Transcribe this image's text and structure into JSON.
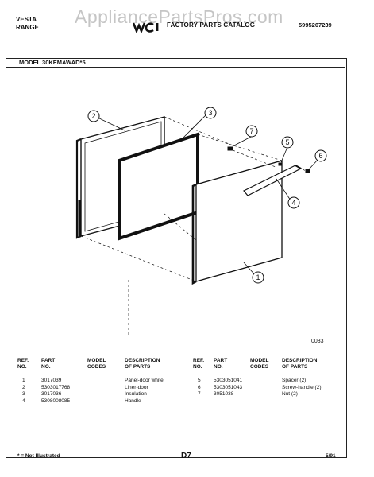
{
  "watermark": "AppliancePartsPros.com",
  "header": {
    "brand_line1": "VESTA",
    "brand_line2": "RANGE",
    "catalog_title": "FACTORY PARTS CATALOG",
    "catalog_number": "5995207239"
  },
  "model": "MODEL 30KEMAWAD*5",
  "diagram": {
    "code": "0033",
    "callouts": [
      "1",
      "2",
      "3",
      "4",
      "5",
      "6",
      "7"
    ]
  },
  "table": {
    "left_headers": {
      "ref": "REF.\nNO.",
      "part": "PART\nNO.",
      "model": "MODEL\nCODES",
      "desc": "DESCRIPTION\nOF PARTS"
    },
    "right_headers": {
      "ref": "REF.\nNO.",
      "part": "PART\nNO.",
      "model": "MODEL\nCODES",
      "desc": "DESCRIPTION\nOF PARTS"
    },
    "left_rows": [
      {
        "ref": "1",
        "part": "3017039",
        "desc": "Panel-door white"
      },
      {
        "ref": "2",
        "part": "5303017768",
        "desc": "Liner-door"
      },
      {
        "ref": "3",
        "part": "3017036",
        "desc": "Insulation"
      },
      {
        "ref": "4",
        "part": "5308008085",
        "desc": "Handle"
      }
    ],
    "right_rows": [
      {
        "ref": "5",
        "part": "5303051041",
        "desc": "Spacer (2)"
      },
      {
        "ref": "6",
        "part": "5303051043",
        "desc": "Screw-handle (2)"
      },
      {
        "ref": "7",
        "part": "3051038",
        "desc": "Nut (2)"
      }
    ]
  },
  "footer": {
    "note": "* = Not Illustrated",
    "page": "D7",
    "date": "5/91"
  }
}
